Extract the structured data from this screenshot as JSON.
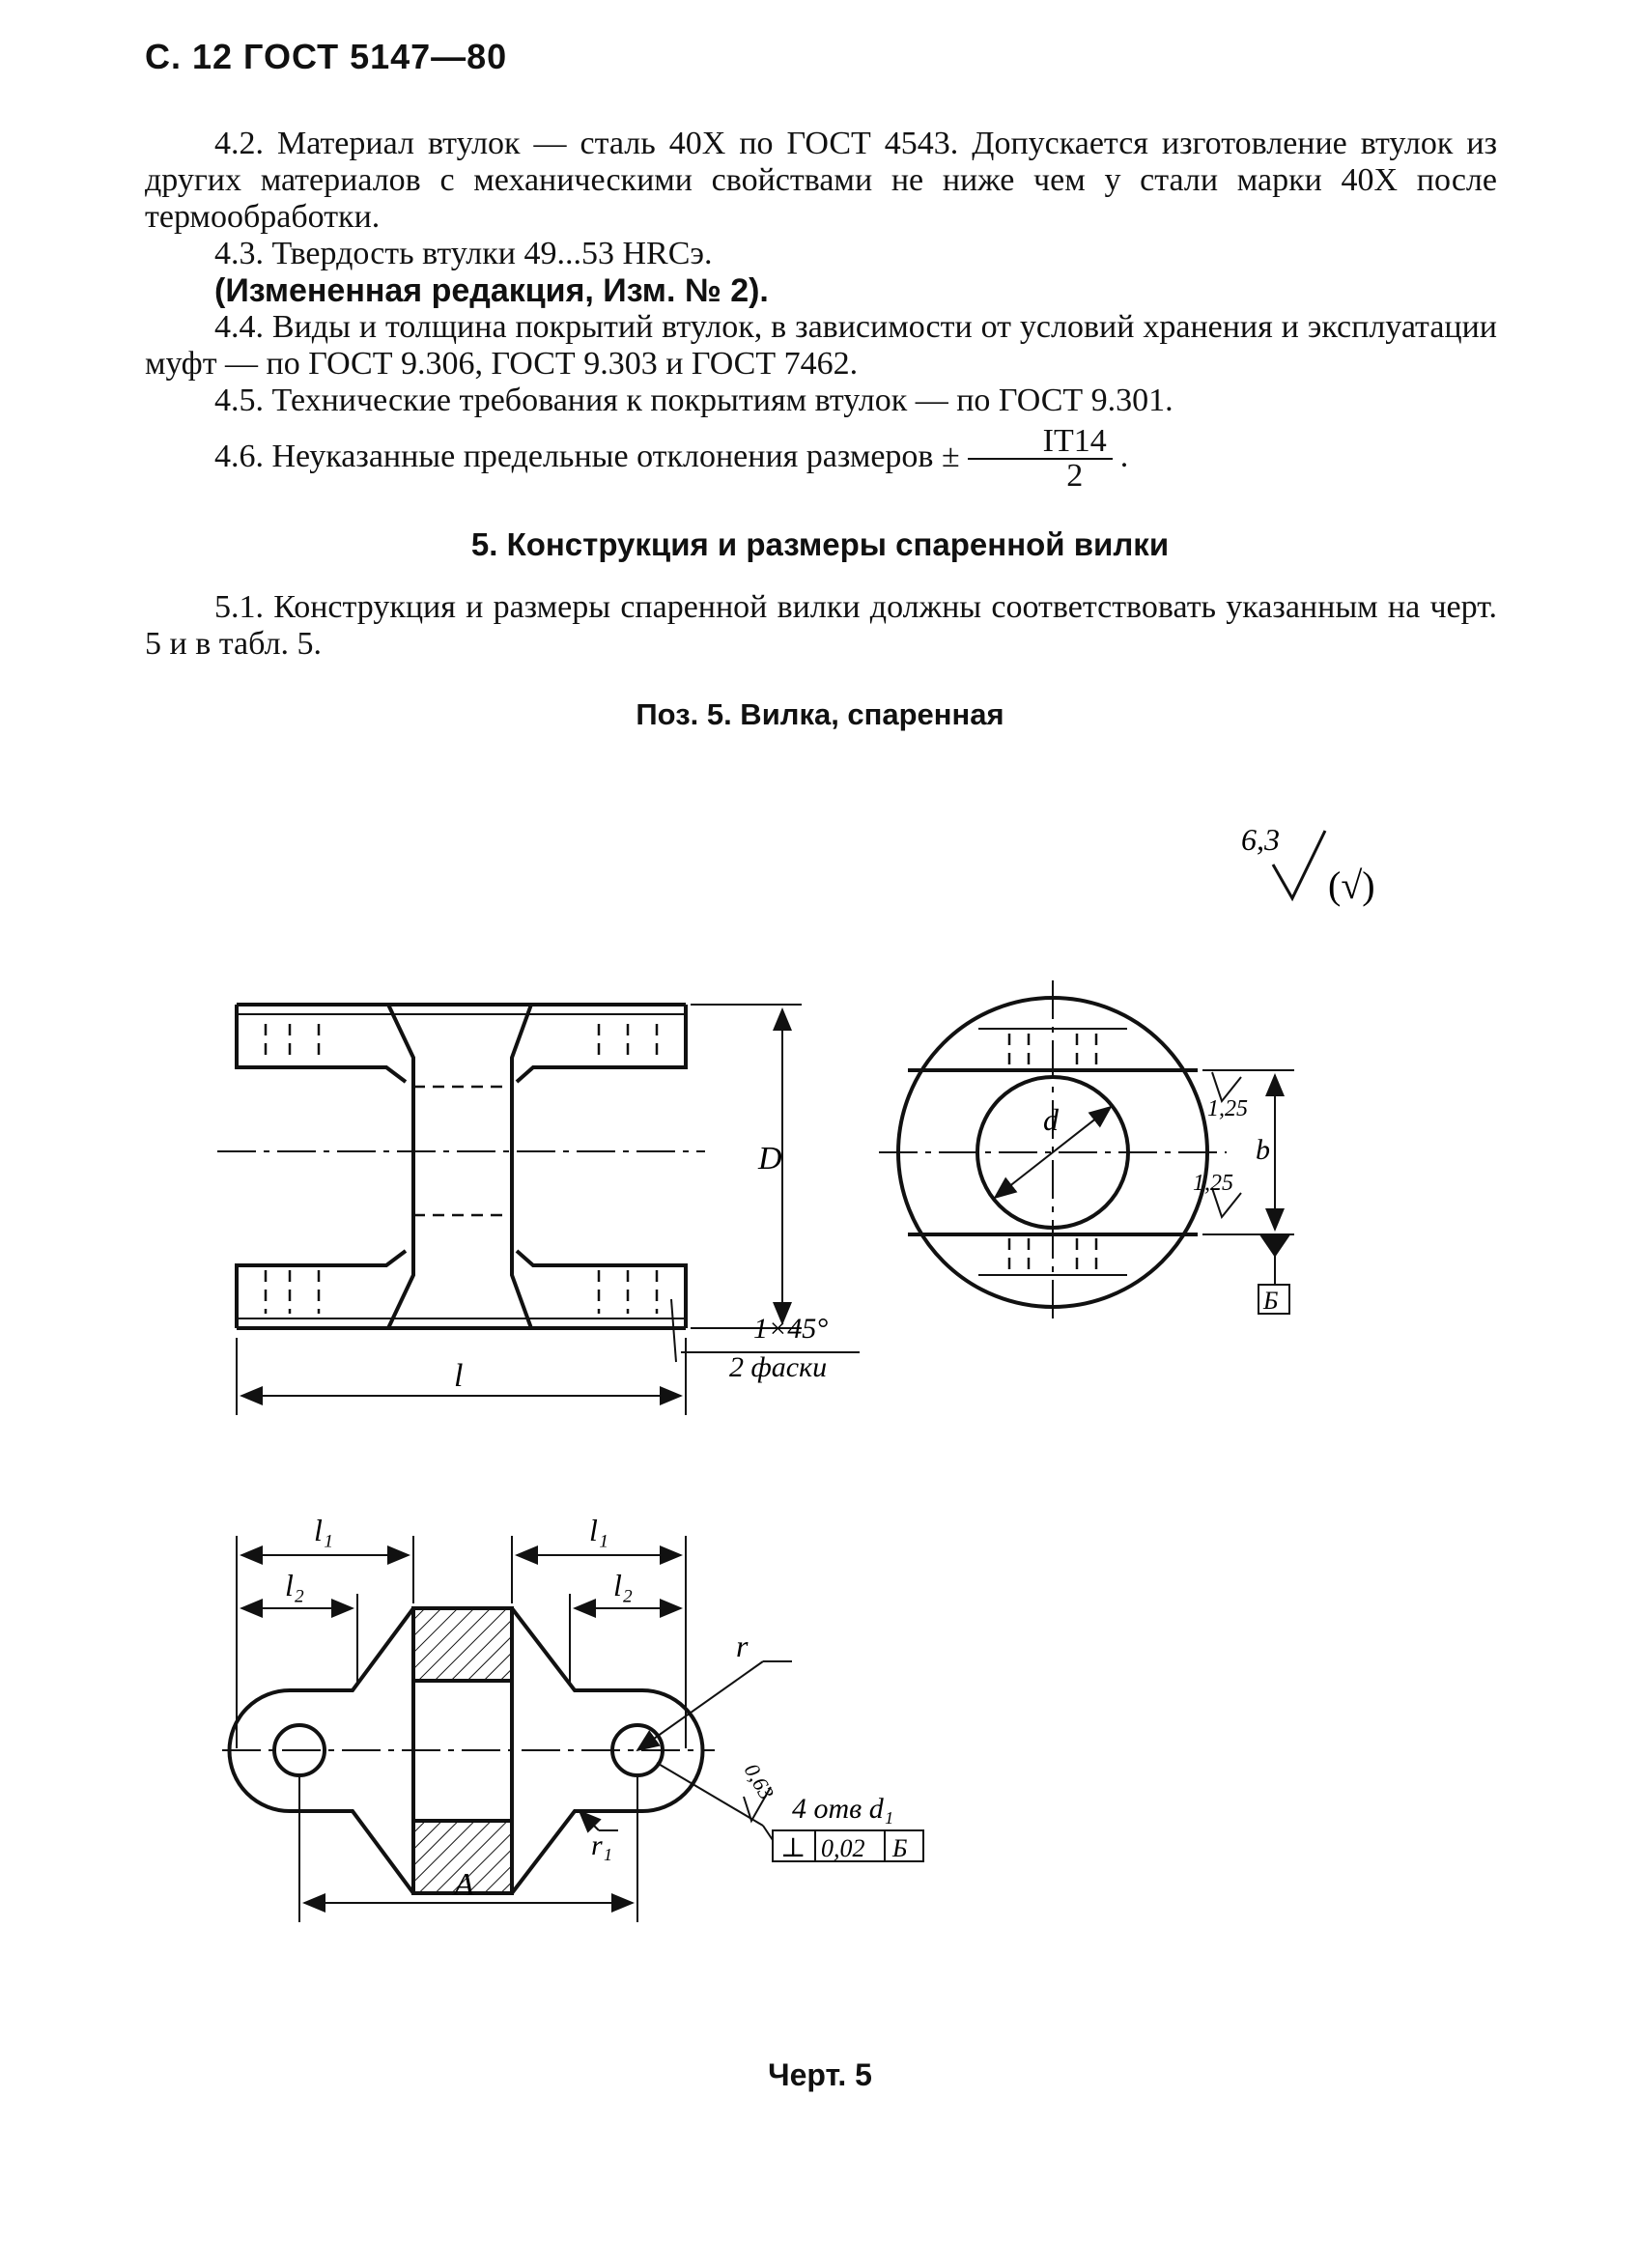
{
  "header": "С. 12 ГОСТ 5147—80",
  "paragraphs": {
    "p42": "4.2. Материал втулок — сталь 40Х по ГОСТ 4543. Допускается изготовление втулок из других материалов с механическими свойствами не ниже чем у стали марки 40Х после термообработки.",
    "p43": "4.3. Твердость втулки 49...53 HRCэ.",
    "p43_note": "(Измененная редакция, Изм. № 2).",
    "p44": "4.4. Виды и толщина покрытий втулок, в зависимости от условий хранения и эксплуатации муфт — по ГОСТ 9.306, ГОСТ 9.303 и ГОСТ 7462.",
    "p45": "4.5. Технические требования к покрытиям втулок — по ГОСТ 9.301.",
    "p46_text": "4.6. Неуказанные предельные отклонения размеров ±",
    "p46_num": "IT14",
    "p46_den": "2",
    "p46_end": ".",
    "section_title": "5. Конструкция и размеры спаренной вилки",
    "p51": "5.1. Конструкция и размеры спаренной вилки должны соответствовать указанным на черт. 5 и в табл. 5.",
    "position_title": "Поз. 5. Вилка, спаренная"
  },
  "drawing": {
    "roughness_value": "6,3",
    "roughness_paren": "(√)",
    "dim_D": "D",
    "dim_l": "l",
    "chamfer": "1×45°",
    "chamfer_count": "2 фаски",
    "dim_d": "d",
    "dim_b": "b",
    "tol_125_a": "1,25",
    "tol_125_b": "1,25",
    "datum": "Б",
    "dim_l1_a": "l₁",
    "dim_l1_b": "l₁",
    "dim_l2_a": "l₂",
    "dim_l2_b": "l₂",
    "dim_r": "r",
    "dim_r1": "r₁",
    "roughness_063": "0,63",
    "holes": "4 отв d₁",
    "perp_symbol": "⊥",
    "perp_value": "0,02",
    "perp_datum": "Б",
    "dim_A": "A"
  },
  "caption": "Черт. 5"
}
